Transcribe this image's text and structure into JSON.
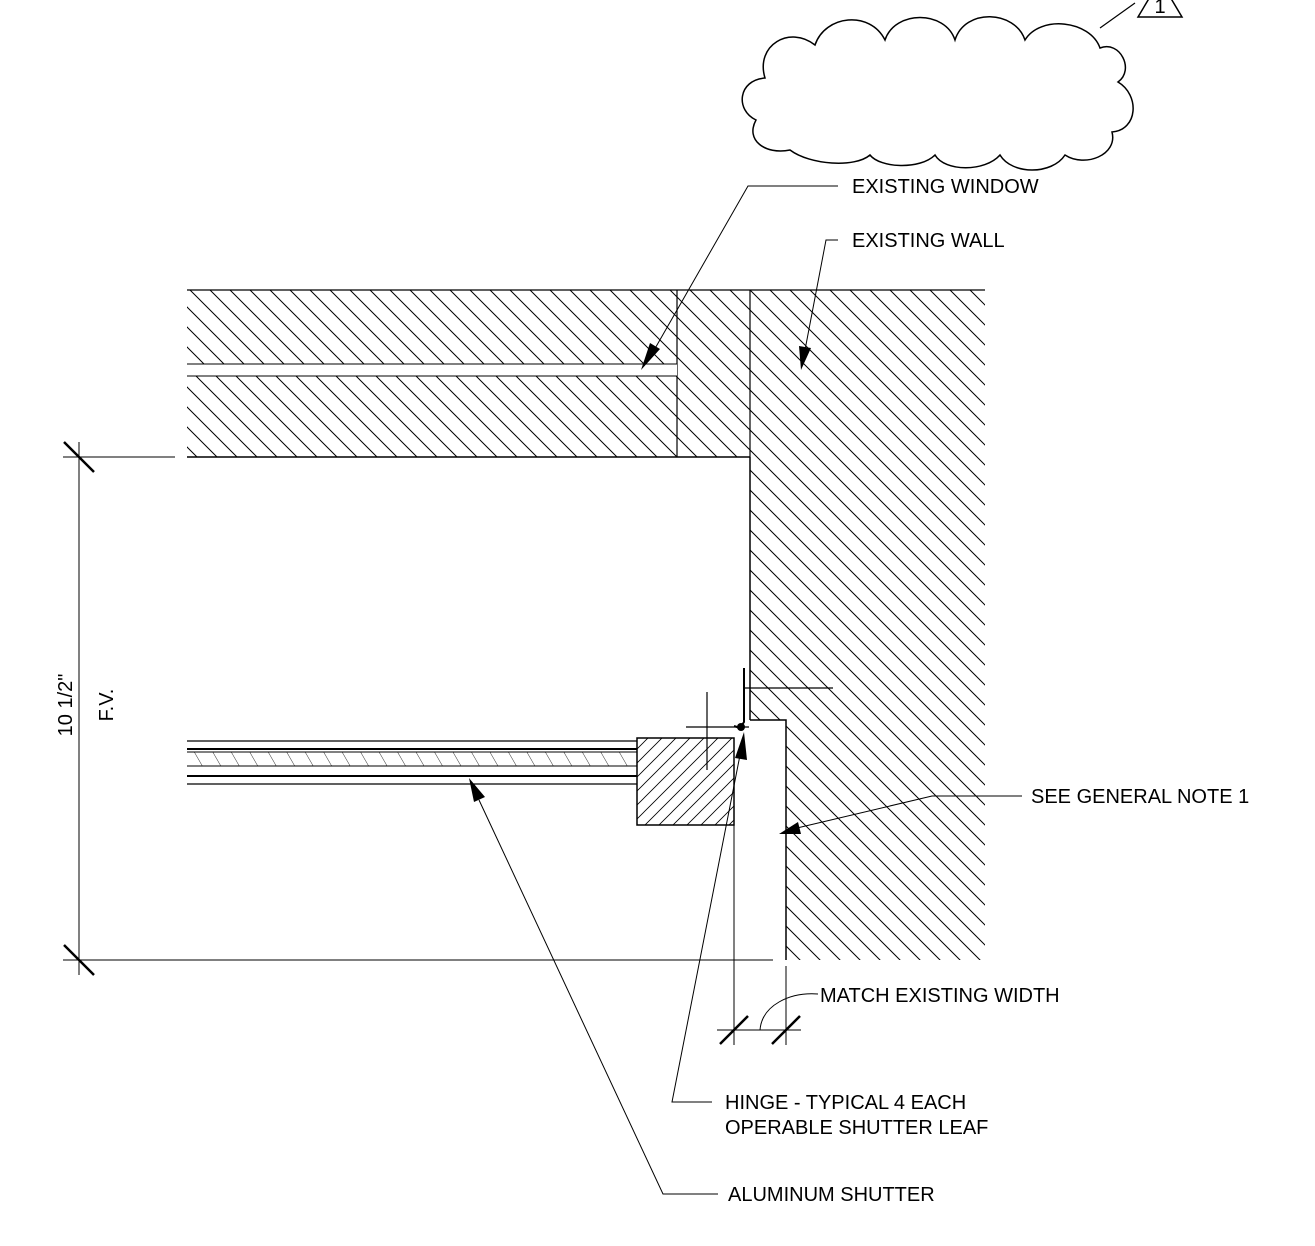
{
  "revision": {
    "number": "1"
  },
  "labels": {
    "existing_window": "EXISTING WINDOW",
    "existing_wall": "EXISTING WALL",
    "see_general_note": "SEE GENERAL NOTE 1",
    "match_existing_width": "MATCH EXISTING WIDTH",
    "hinge_line1": "HINGE - TYPICAL 4  EACH",
    "hinge_line2": "OPERABLE SHUTTER LEAF",
    "aluminum_shutter": "ALUMINUM SHUTTER"
  },
  "dimension": {
    "value": "10 1/2\"",
    "note": "F.V."
  },
  "colors": {
    "line": "#000000",
    "background": "#ffffff"
  }
}
